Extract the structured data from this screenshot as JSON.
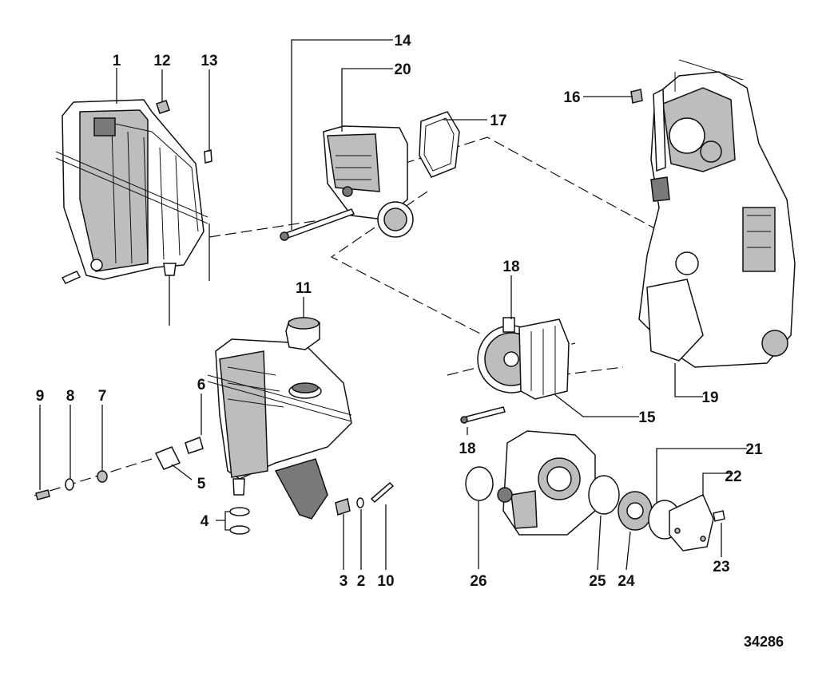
{
  "figure_number": "34286",
  "callouts": [
    "1",
    "2",
    "3",
    "4",
    "5",
    "6",
    "7",
    "8",
    "9",
    "10",
    "11",
    "12",
    "13",
    "14",
    "15",
    "16",
    "17",
    "18",
    "18",
    "19",
    "20",
    "21",
    "22",
    "23",
    "24",
    "25",
    "26"
  ],
  "icons": [
    "coolant-reservoir-icon",
    "water-pump-icon",
    "thermostat-housing-icon",
    "engine-block-icon",
    "fill-cap-icon"
  ]
}
